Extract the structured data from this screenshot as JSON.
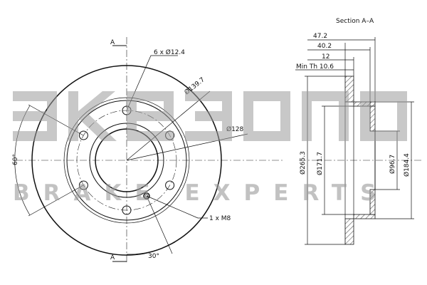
{
  "section_title": "Section A–A",
  "section_marks": {
    "top": "A",
    "bottom": "A"
  },
  "front_view": {
    "bolt_holes": "6 x Ø12.4",
    "pcd": "Ø139.7",
    "center_bore_ring": "Ø128",
    "thread_hole": "1 x M8",
    "angle_holes": "60°",
    "angle_thread": "30°"
  },
  "section_view": {
    "overall_height": "47.2",
    "hat_depth": "40.2",
    "thickness": "12",
    "min_thickness": "Min Th  10.6",
    "outer_diameter": "Ø265.3",
    "hat_diameter": "Ø171.7",
    "bore_diameter": "Ø96.7",
    "hat_outer_diameter": "Ø184.4"
  },
  "watermark": {
    "brand": "akebono",
    "tagline": "BRAKE EXPERTS"
  }
}
